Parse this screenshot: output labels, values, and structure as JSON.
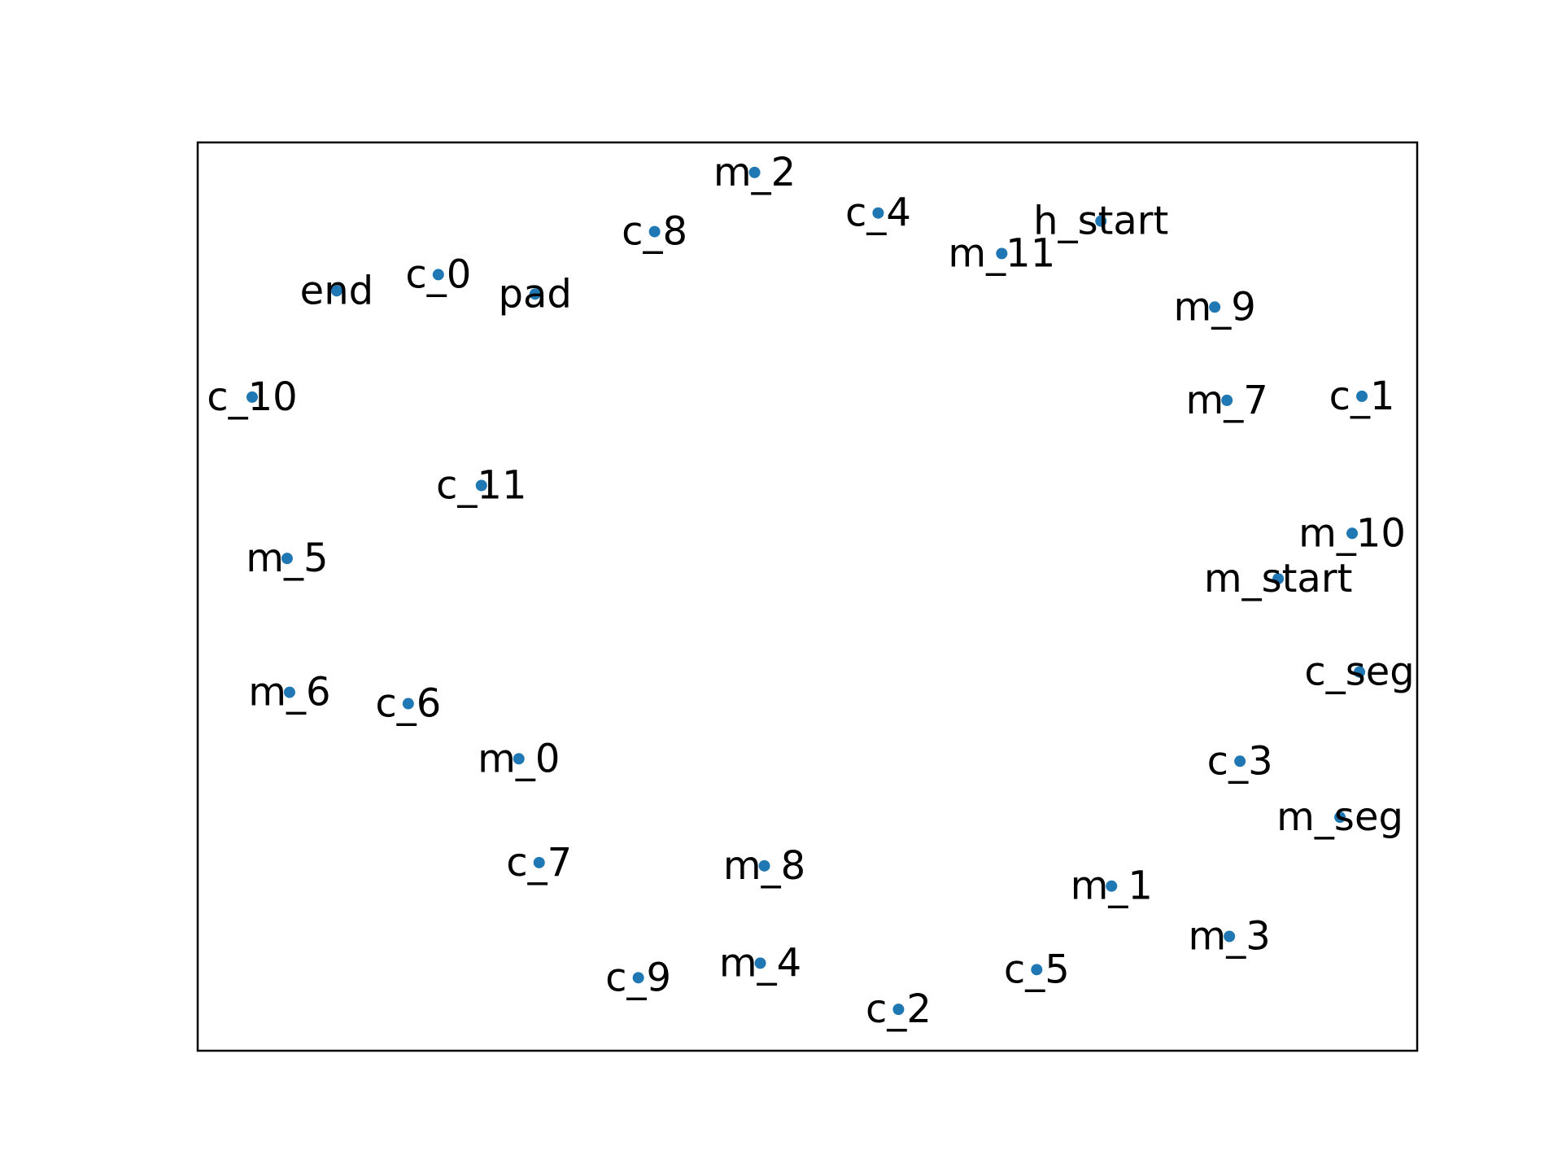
{
  "chart_data": {
    "type": "scatter",
    "title": "",
    "xlabel": "",
    "ylabel": "",
    "xlim": [
      0,
      1500
    ],
    "ylim": [
      0,
      1120
    ],
    "grid": false,
    "axes_ticks": false,
    "colors": {
      "marker": "#1f77b4",
      "text": "#000000",
      "frame": "#000000",
      "background": "#ffffff"
    },
    "points": [
      {
        "label": "m_2",
        "x": 685,
        "y": 1083
      },
      {
        "label": "c_4",
        "x": 837,
        "y": 1033
      },
      {
        "label": "h_start",
        "x": 1111,
        "y": 1023
      },
      {
        "label": "m_11",
        "x": 989,
        "y": 983
      },
      {
        "label": "c_8",
        "x": 562,
        "y": 1010
      },
      {
        "label": "c_0",
        "x": 296,
        "y": 957
      },
      {
        "label": "pad",
        "x": 415,
        "y": 933
      },
      {
        "label": "end",
        "x": 171,
        "y": 937
      },
      {
        "label": "m_9",
        "x": 1251,
        "y": 917
      },
      {
        "label": "c_10",
        "x": 67,
        "y": 806
      },
      {
        "label": "m_7",
        "x": 1266,
        "y": 802
      },
      {
        "label": "c_1",
        "x": 1432,
        "y": 807
      },
      {
        "label": "c_11",
        "x": 349,
        "y": 697
      },
      {
        "label": "m_10",
        "x": 1420,
        "y": 638
      },
      {
        "label": "m_5",
        "x": 110,
        "y": 607
      },
      {
        "label": "m_start",
        "x": 1329,
        "y": 582
      },
      {
        "label": "c_seg",
        "x": 1429,
        "y": 467
      },
      {
        "label": "m_6",
        "x": 113,
        "y": 442
      },
      {
        "label": "c_6",
        "x": 259,
        "y": 428
      },
      {
        "label": "m_0",
        "x": 395,
        "y": 360
      },
      {
        "label": "c_3",
        "x": 1282,
        "y": 357
      },
      {
        "label": "m_seg",
        "x": 1405,
        "y": 288
      },
      {
        "label": "c_7",
        "x": 420,
        "y": 232
      },
      {
        "label": "m_8",
        "x": 697,
        "y": 228
      },
      {
        "label": "m_1",
        "x": 1124,
        "y": 203
      },
      {
        "label": "m_3",
        "x": 1269,
        "y": 141
      },
      {
        "label": "c_9",
        "x": 542,
        "y": 90
      },
      {
        "label": "m_4",
        "x": 692,
        "y": 108
      },
      {
        "label": "c_5",
        "x": 1032,
        "y": 100
      },
      {
        "label": "c_2",
        "x": 862,
        "y": 51
      }
    ]
  }
}
